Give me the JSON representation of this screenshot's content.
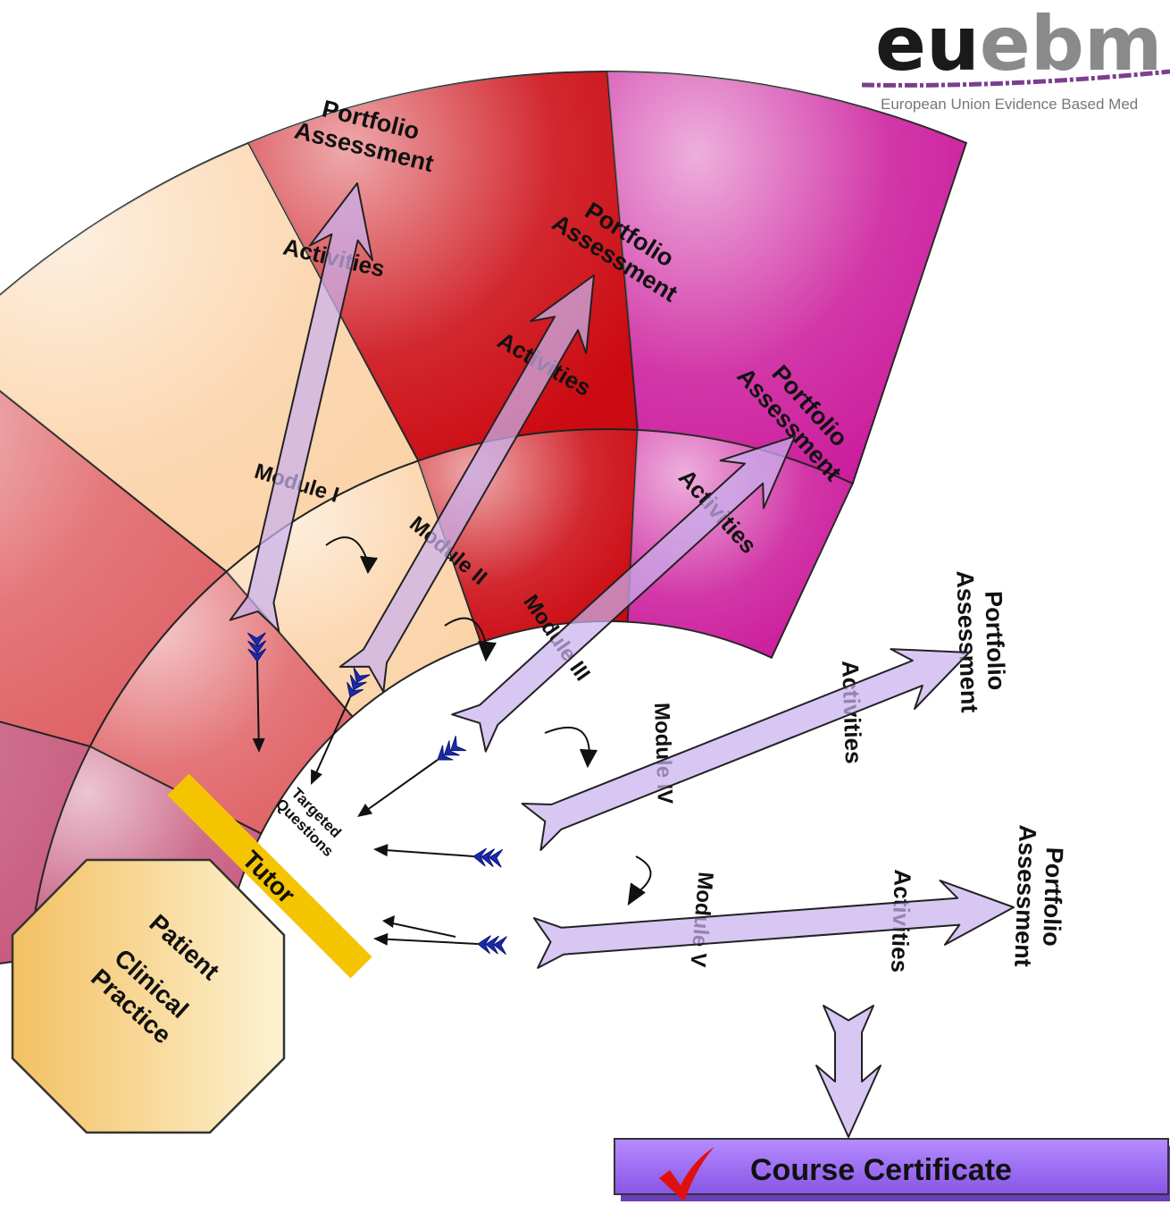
{
  "logo": {
    "part1": "eu",
    "part2": "ebm",
    "tagline": "European Union Evidence Based Med",
    "colors": {
      "part1": "#1a1a1a",
      "part2": "#8a8a8a",
      "swoosh": "#7b3f8c"
    }
  },
  "modules": [
    {
      "module_label": "Module I",
      "activities_label": "Activities",
      "portfolio_line1": "Portfolio",
      "portfolio_line2": "Assessment",
      "color": "#c75a7e"
    },
    {
      "module_label": "Module II",
      "activities_label": "Activities",
      "portfolio_line1": "Portfolio",
      "portfolio_line2": "Assessment",
      "color": "#e06468"
    },
    {
      "module_label": "Module III",
      "activities_label": "Activities",
      "portfolio_line1": "Portfolio",
      "portfolio_line2": "Assessment",
      "color": "#fbd3a8"
    },
    {
      "module_label": "Module IV",
      "activities_label": "Activities",
      "portfolio_line1": "Portfolio",
      "portfolio_line2": "Assessment",
      "color": "#cc0a12"
    },
    {
      "module_label": "Module V",
      "activities_label": "Activities",
      "portfolio_line1": "Portfolio",
      "portfolio_line2": "Assessment",
      "color": "#cc1c9c"
    }
  ],
  "targeted_questions": {
    "line1": "Targeted",
    "line2": "Questions"
  },
  "tutor": {
    "label": "Tutor",
    "color": "#f5c400"
  },
  "clinical": {
    "line1": "Patient",
    "line2": "Clinical",
    "line3": "Practice",
    "color": "#f2c46a"
  },
  "certificate": {
    "label": "Course Certificate",
    "color": "#9966ee",
    "check_color": "#e01010"
  },
  "colors": {
    "arrow_fill": "#c9b2ef",
    "arrow_stroke": "#222222",
    "dart": "#1a2ab0"
  }
}
